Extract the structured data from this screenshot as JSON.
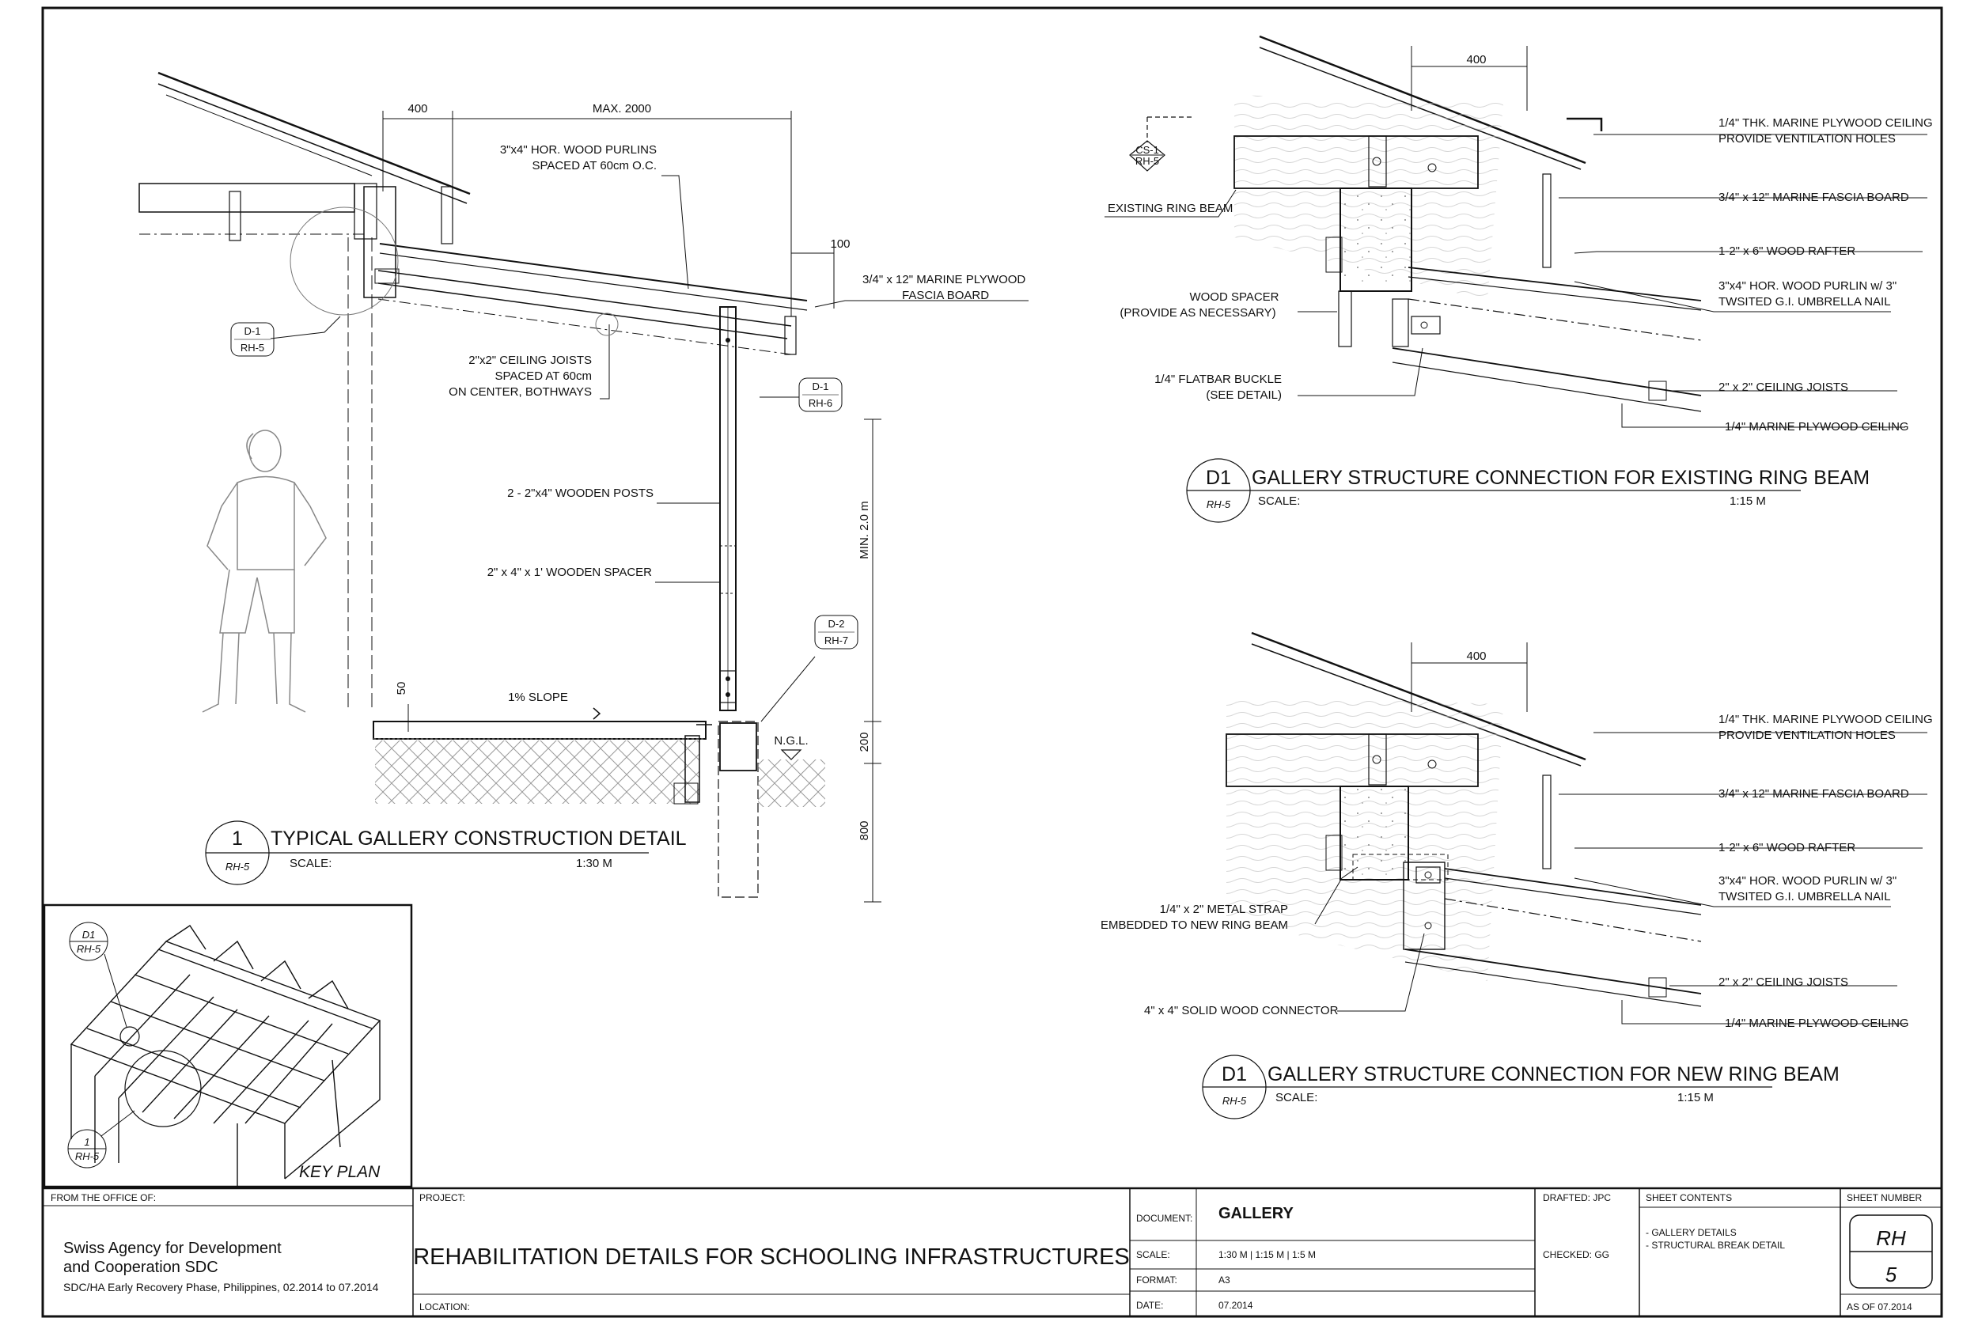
{
  "colors": {
    "ink": "#111111",
    "paper": "#ffffff",
    "hatch": "#9a9a9a"
  },
  "main_detail": {
    "number": "1",
    "sheet_ref": "RH-5",
    "title": "TYPICAL GALLERY CONSTRUCTION DETAIL",
    "scale_label": "SCALE:",
    "scale": "1:30 M",
    "dims": {
      "d400": "400",
      "max2000": "MAX. 2000",
      "d100": "100",
      "min2": "MIN. 2.0 m",
      "d200": "200",
      "d800": "800",
      "d50": "50"
    },
    "labels": {
      "purlins1": "3\"x4\" HOR. WOOD PURLINS",
      "purlins2": "SPACED AT 60cm O.C.",
      "fascia1": "3/4\" x 12\" MARINE PLYWOOD",
      "fascia2": "FASCIA BOARD",
      "joists1": "2\"x2\" CEILING JOISTS",
      "joists2": "SPACED AT 60cm",
      "joists3": "ON CENTER, BOTHWAYS",
      "posts": "2 - 2\"x4\" WOODEN POSTS",
      "spacer": "2\" x 4\" x 1' WOODEN SPACER",
      "slope": "1% SLOPE",
      "ngl": "N.G.L."
    },
    "callouts": [
      {
        "top": "D-1",
        "bottom": "RH-5"
      },
      {
        "top": "D-1",
        "bottom": "RH-6"
      },
      {
        "top": "D-2",
        "bottom": "RH-7"
      }
    ]
  },
  "detail_top": {
    "number": "D1",
    "sheet_ref": "RH-5",
    "title": "GALLERY STRUCTURE CONNECTION FOR EXISTING RING BEAM",
    "scale_label": "SCALE:",
    "scale": "1:15 M",
    "dim": "400",
    "section_mark": {
      "top": "CS-1",
      "bottom": "RH-5"
    },
    "labels_left": {
      "ring": "EXISTING RING BEAM",
      "spacer1": "WOOD SPACER",
      "spacer2": "(PROVIDE AS NECESSARY)",
      "buckle1": "1/4\" FLATBAR BUCKLE",
      "buckle2": "(SEE DETAIL)"
    },
    "labels_right": {
      "r1a": "1/4\" THK. MARINE PLYWOOD CEILING",
      "r1b": "PROVIDE VENTILATION HOLES",
      "r2": "3/4\" x 12\" MARINE FASCIA BOARD",
      "r3": "1-2\" x 6\" WOOD RAFTER",
      "r4a": "3\"x4\" HOR. WOOD PURLIN w/ 3\"",
      "r4b": "TWSITED G.I. UMBRELLA NAIL",
      "r5": "2\" x 2\" CEILING JOISTS",
      "r6": "1/4\" MARINE PLYWOOD CEILING"
    }
  },
  "detail_bottom": {
    "number": "D1",
    "sheet_ref": "RH-5",
    "title": "GALLERY STRUCTURE CONNECTION FOR NEW RING BEAM",
    "scale_label": "SCALE:",
    "scale": "1:15 M",
    "dim": "400",
    "labels_left": {
      "strap1": "1/4\" x 2\" METAL STRAP",
      "strap2": "EMBEDDED TO NEW RING BEAM",
      "connector": "4\" x 4\" SOLID WOOD CONNECTOR"
    },
    "labels_right": {
      "r1a": "1/4\" THK. MARINE PLYWOOD CEILING",
      "r1b": "PROVIDE VENTILATION HOLES",
      "r2": "3/4\" x 12\" MARINE FASCIA BOARD",
      "r3": "1-2\" x 6\" WOOD RAFTER",
      "r4a": "3\"x4\" HOR. WOOD PURLIN w/ 3\"",
      "r4b": "TWSITED G.I. UMBRELLA NAIL",
      "r5": "2\" x 2\" CEILING JOISTS",
      "r6": "1/4\" MARINE PLYWOOD CEILING"
    }
  },
  "key_plan": {
    "title": "KEY PLAN",
    "marker1": {
      "top": "D1",
      "bottom": "RH-5"
    },
    "marker2": {
      "top": "1",
      "bottom": "RH-5"
    }
  },
  "title_block": {
    "from_label": "FROM THE OFFICE OF:",
    "office1": "Swiss Agency for Development",
    "office2": "and Cooperation   SDC",
    "office3": "SDC/HA Early Recovery Phase, Philippines, 02.2014 to 07.2014",
    "project_label": "PROJECT:",
    "project": "REHABILITATION DETAILS FOR SCHOOLING INFRASTRUCTURES",
    "location_label": "LOCATION:",
    "document_label": "DOCUMENT:",
    "document": "GALLERY",
    "scale_label": "SCALE:",
    "scale": "1:30 M  |  1:15 M  |  1:5 M",
    "format_label": "FORMAT:",
    "format": "A3",
    "date_label": "DATE:",
    "date": "07.2014",
    "drafted": "DRAFTED: JPC",
    "checked": "CHECKED: GG",
    "contents_label": "SHEET CONTENTS",
    "contents1": "- GALLERY DETAILS",
    "contents2": "- STRUCTURAL BREAK DETAIL",
    "sheet_number_label": "SHEET NUMBER",
    "sheet_number_top": "RH",
    "sheet_number_bottom": "5",
    "as_of": "AS OF 07.2014"
  }
}
